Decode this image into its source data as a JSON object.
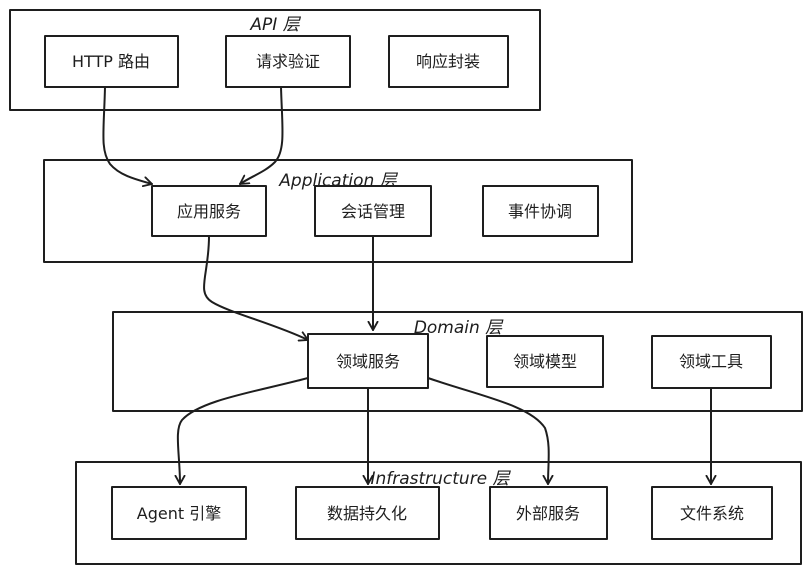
{
  "layers": {
    "api": {
      "title": "API 层"
    },
    "application": {
      "title": "Application 层"
    },
    "domain": {
      "title": "Domain 层"
    },
    "infrastructure": {
      "title": "Infrastructure 层"
    }
  },
  "nodes": {
    "http_routing": "HTTP 路由",
    "request_validation": "请求验证",
    "response_wrapping": "响应封装",
    "app_service": "应用服务",
    "session_mgmt": "会话管理",
    "event_coordination": "事件协调",
    "domain_service": "领域服务",
    "domain_model": "领域模型",
    "domain_tools": "领域工具",
    "agent_engine": "Agent 引擎",
    "data_persistence": "数据持久化",
    "external_service": "外部服务",
    "file_system": "文件系统"
  }
}
